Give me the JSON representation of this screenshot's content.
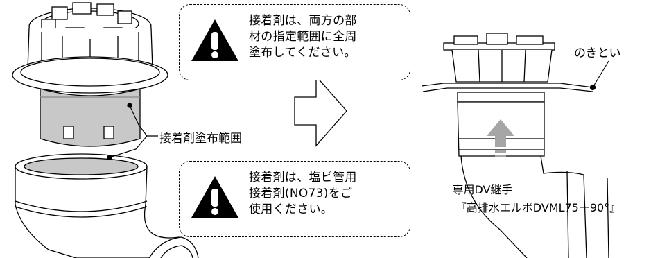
{
  "notes": {
    "top": {
      "text": "接着剤は、両方の部\n材の指定範囲に全周\n塗布してください。",
      "icon": "warning-icon"
    },
    "bottom": {
      "text": "接着剤は、塩ビ管用\n接着剤(NO73)をご\n使用ください。",
      "icon": "warning-icon"
    }
  },
  "labels": {
    "apply_range": "接着剤塗布範囲",
    "gutter": "のきとい",
    "joint_line1": "専用DV継手",
    "joint_line2": "『高排水エルボDVML75ー90°』"
  },
  "colors": {
    "shaded_area": "#c8c8c8",
    "flow_arrow": "#a6a6a6",
    "line": "#000000"
  }
}
